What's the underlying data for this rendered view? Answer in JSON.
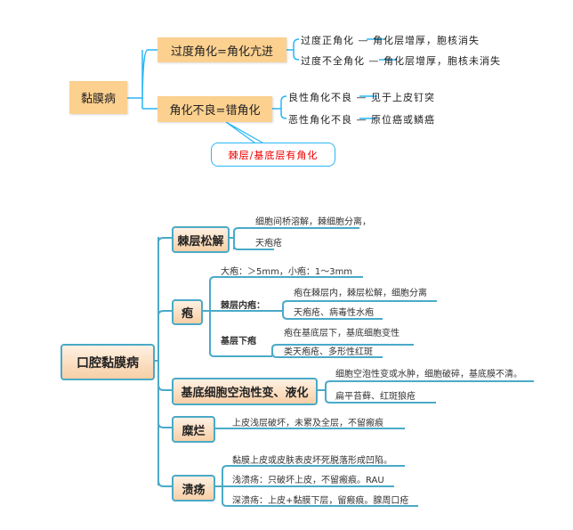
{
  "top": {
    "root": "黏膜病",
    "branches": [
      {
        "label": "过度角化=角化亢进",
        "children": [
          "过度正角化 — 角化层增厚，胞核消失",
          "过度不全角化 — 角化层增厚，胞核未消失"
        ]
      },
      {
        "label": "角化不良=错角化",
        "children": [
          "良性角化不良 — 见于上皮钉突",
          "恶性角化不良 — 原位癌或鳞癌"
        ]
      }
    ],
    "callout": "棘层/基底层有角化"
  },
  "bottom": {
    "root": "口腔黏膜病",
    "acantholysis": {
      "label": "棘层松解",
      "children": [
        "细胞间桥溶解，棘细胞分离，",
        "天疱疮"
      ]
    },
    "blister": {
      "label": "疱",
      "size": "大疱：＞5mm，小疱：1～3mm",
      "intra": {
        "label": "棘层内疱：",
        "children": [
          "疱在棘层内，棘层松解，细胞分离",
          "天疱疮、病毒性水疱"
        ]
      },
      "sub": {
        "label": "基层下疱",
        "children": [
          "疱在基底层下，基底细胞变性",
          "类天疱疮、多形性红斑"
        ]
      }
    },
    "basal": {
      "label": "基底细胞空泡性变、液化",
      "children": [
        "细胞空泡性变或水肿，细胞破碎，基底膜不清。",
        "扁平苔藓、红斑狼疮"
      ]
    },
    "erosion": {
      "label": "糜烂",
      "children": [
        "上皮浅层破坏，未累及全层，不留瘢痕"
      ]
    },
    "ulcer": {
      "label": "溃疡",
      "children": [
        "黏膜上皮或皮肤表皮坏死脱落形成凹陷。",
        "浅溃疡：只破坏上皮，不留瘢痕。RAU",
        "深溃疡：上皮+黏膜下层，留瘢痕。腺周口疮"
      ]
    }
  },
  "colors": {
    "top_line": "#29b6f6",
    "bottom_line": "#4aaac8",
    "top_box": "#fcd08f",
    "callout_text": "#e00000"
  }
}
